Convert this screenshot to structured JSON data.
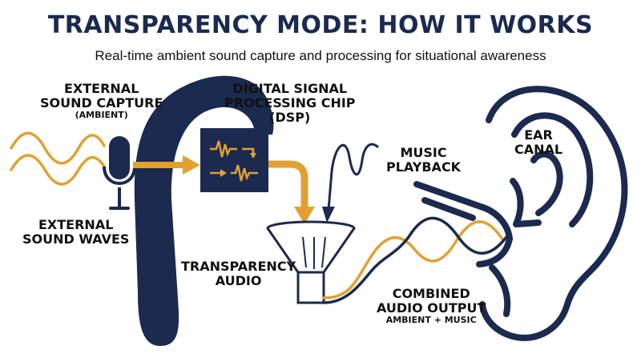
{
  "header": {
    "title": "TRANSPARENCY MODE: HOW IT WORKS",
    "subtitle": "Real-time ambient sound capture and processing for situational awareness"
  },
  "labels": {
    "external_capture": {
      "line1": "EXTERNAL",
      "line2": "SOUND CAPTURE",
      "line3": "(AMBIENT)"
    },
    "external_waves": {
      "line1": "EXTERNAL",
      "line2": "SOUND WAVES"
    },
    "dsp": {
      "line1": "DIGITAL SIGNAL",
      "line2": "PROCESSING CHIP",
      "line3": "(DSP)"
    },
    "music": {
      "line1": "MUSIC",
      "line2": "PLAYBACK"
    },
    "transparency": {
      "line1": "TRANSPARENCY",
      "line2": "AUDIO"
    },
    "combined": {
      "line1": "COMBINED",
      "line2": "AUDIO OUTPUT",
      "line3": "AMBIENT + MUSIC"
    },
    "ear_canal": {
      "line1": "EAR",
      "line2": "CANAL"
    }
  },
  "icons": [
    "microphone-icon",
    "dsp-chip-icon",
    "funnel-icon",
    "ear-icon",
    "earbud-icon"
  ],
  "colors": {
    "navy": "#1b2a4e",
    "gold": "#e0a132",
    "text": "#111111",
    "background": "#ffffff"
  }
}
